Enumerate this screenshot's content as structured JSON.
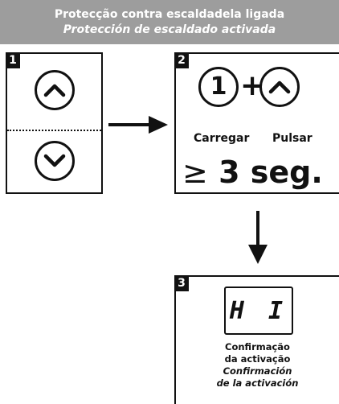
{
  "banner": {
    "title_pt": "Protecção contra escaldadela ligada",
    "title_es": "Protección de escaldado activada"
  },
  "step1": {
    "number": "1",
    "up_icon": "chevron-up-icon",
    "down_icon": "chevron-down-icon"
  },
  "step2": {
    "number": "2",
    "button_one": "1",
    "plus": "+",
    "hold_label": "Carregar",
    "press_label": "Pulsar",
    "duration_symbol": "≥",
    "duration_text": "3 seg."
  },
  "step3": {
    "number": "3",
    "display_text": "H I",
    "confirm_pt_1": "Confirmação",
    "confirm_pt_2": "da activação",
    "confirm_es_1": "Confirmación",
    "confirm_es_2": "de la activación"
  },
  "colors": {
    "banner": "#9d9d9d",
    "ink": "#111111",
    "background": "#ffffff"
  }
}
